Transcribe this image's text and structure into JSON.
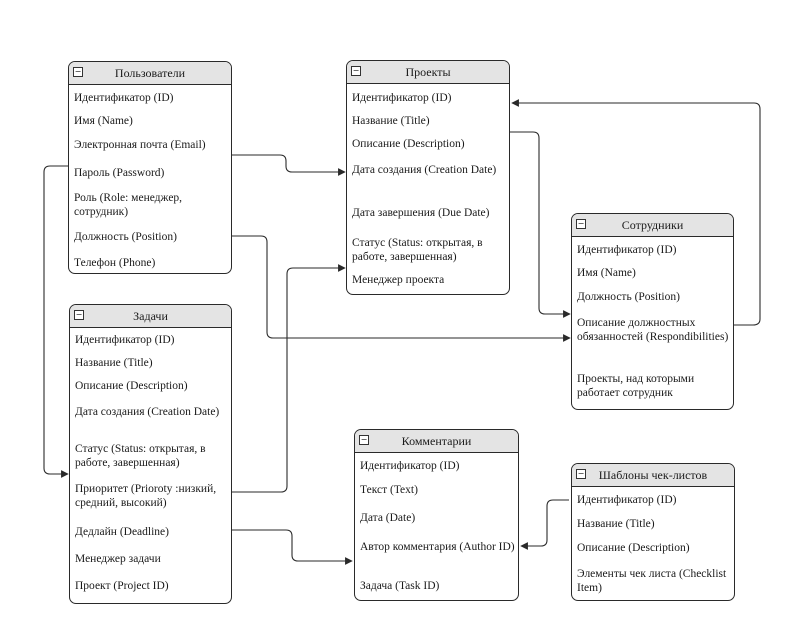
{
  "entities": {
    "users": {
      "title": "Пользователи",
      "toggle": "−",
      "attrs": [
        "Идентификатор (ID)",
        "Имя (Name)",
        "Электронная почта (Email)",
        "Пароль (Password)",
        "Роль (Role: менеджер, сотрудник)",
        "Должность (Position)",
        "Телефон (Phone)"
      ]
    },
    "projects": {
      "title": "Проекты",
      "toggle": "−",
      "attrs": [
        "Идентификатор (ID)",
        "Название (Title)",
        "Описание (Description)",
        "Дата создания (Creation Date)",
        "Дата завершения (Due Date)",
        "Статус (Status: открытая, в работе, завершенная)",
        "Менеджер проекта"
      ]
    },
    "employees": {
      "title": "Сотрудники",
      "toggle": "−",
      "attrs": [
        "Идентификатор (ID)",
        "Имя (Name)",
        "Должность (Position)",
        "Описание должностных обязанностей (Respondibilities)",
        "Проекты, над которыми работает сотрудник"
      ]
    },
    "tasks": {
      "title": "Задачи",
      "toggle": "−",
      "attrs": [
        "Идентификатор (ID)",
        "Название (Title)",
        "Описание (Description)",
        "Дата создания (Creation Date)",
        "Статус (Status: открытая, в работе, завершенная)",
        "Приоритет (Prioroty :низкий, средний, высокий)",
        "Дедлайн (Deadline)",
        "Менеджер задачи",
        "Проект (Project ID)"
      ]
    },
    "comments": {
      "title": "Комментарии",
      "toggle": "−",
      "attrs": [
        "Идентификатор (ID)",
        "Текст (Text)",
        "Дата (Date)",
        "Автор комментария (Author ID)",
        "Задача (Task ID)"
      ]
    },
    "checklists": {
      "title": "Шаблоны чек-листов",
      "toggle": "−",
      "attrs": [
        "Идентификатор (ID)",
        "Название (Title)",
        "Описание (Description)",
        "Элементы чек листа (Checklist Item)"
      ]
    }
  },
  "colors": {
    "header_fill": "#e4e4e4",
    "line": "#2a2a2a"
  }
}
